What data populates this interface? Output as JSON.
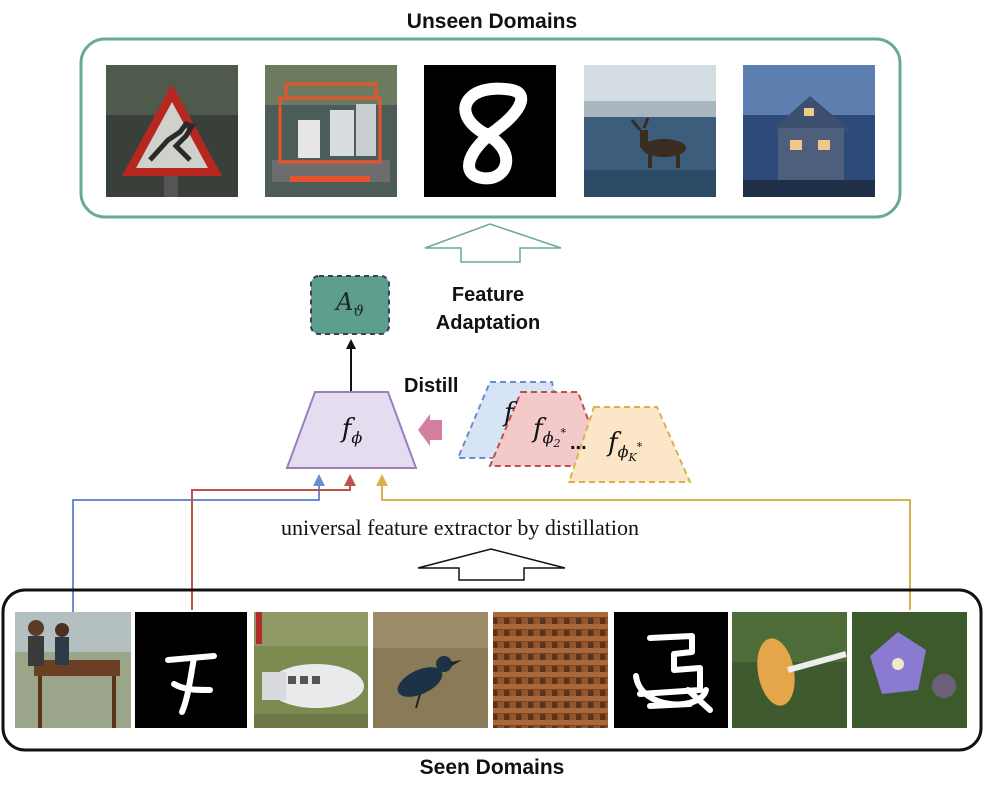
{
  "unseen": {
    "title": "Unseen Domains",
    "images": [
      {
        "name": "traffic-sign-deer"
      },
      {
        "name": "ferry-boat"
      },
      {
        "name": "handwritten-digit-8"
      },
      {
        "name": "elk-on-ice"
      },
      {
        "name": "house-at-dusk"
      }
    ]
  },
  "adapter": {
    "symbol_main": "A",
    "symbol_sub": "ϑ",
    "label_line1": "Feature",
    "label_line2": "Adaptation"
  },
  "extractor": {
    "symbol_main": "f",
    "symbol_sub": "ϕ"
  },
  "distill": {
    "label": "Distill",
    "teacher1_main": "f",
    "teacher2_main": "f",
    "teacher2_sub": "ϕ",
    "teacher2_subsub": "2",
    "teacher2_sup": "*",
    "teacherK_main": "f",
    "teacherK_sub": "ϕ",
    "teacherK_subsub": "K",
    "teacherK_sup": "*",
    "ellipsis": "..."
  },
  "caption": "universal feature extractor by distillation",
  "seen": {
    "title": "Seen Domains",
    "images": [
      {
        "name": "people-marimba"
      },
      {
        "name": "handwritten-character"
      },
      {
        "name": "helicopter"
      },
      {
        "name": "bird-on-ground"
      },
      {
        "name": "woven-texture"
      },
      {
        "name": "sketch-character"
      },
      {
        "name": "mushroom"
      },
      {
        "name": "purple-flower"
      }
    ]
  },
  "colors": {
    "teal_border": "#6aa89a",
    "adapter_fill": "#5e9e8c",
    "extractor_fill": "#e6dcf0",
    "extractor_stroke": "#9a7fbf",
    "blue": "#6a8fd0",
    "red": "#c0504d",
    "yellow": "#d8b24a",
    "pink_arrow": "#d47ea1",
    "teacher_blue_fill": "#d6e4f6",
    "teacher_red_fill": "#f4c9c9",
    "teacher_yellow_fill": "#fbe6c8"
  }
}
